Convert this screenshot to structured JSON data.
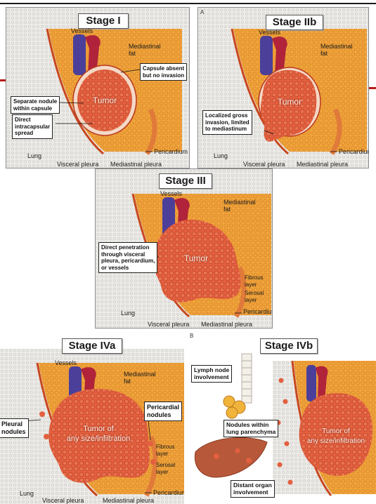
{
  "letters": {
    "a": "A",
    "b": "B"
  },
  "panels": {
    "stage1": {
      "title": "Stage I",
      "vessels": "Vessels",
      "mediastinal_fat": "Mediastinal\nfat",
      "tumor": "Tumor",
      "callouts": [
        "Capsule absent\nbut no invasion",
        "Separate nodule\nwithin capsule",
        "Direct\nintracapsular\nspread"
      ],
      "lung": "Lung",
      "pericardium": "Pericardium",
      "visceral_pleura": "Visceral pleura",
      "mediastinal_pleura": "Mediastinal pleura"
    },
    "stage2b": {
      "title": "Stage IIb",
      "vessels": "Vessels",
      "mediastinal_fat": "Mediastinal\nfat",
      "tumor": "Tumor",
      "callouts": [
        "Localized gross\ninvasion, limited\nto mediastinum"
      ],
      "lung": "Lung",
      "pericardium": "Pericardium",
      "visceral_pleura": "Visceral pleura",
      "mediastinal_pleura": "Mediastinal pleura"
    },
    "stage3": {
      "title": "Stage III",
      "vessels": "Vessels",
      "mediastinal_fat": "Mediastinal\nfat",
      "tumor": "Tumor",
      "callouts": [
        "Direct penetration\nthrough visceral\npleura, pericardium,\nor vessels"
      ],
      "fibrous_layer": "Fibrous\nlayer",
      "serosal_layer": "Serosal\nlayer",
      "lung": "Lung",
      "pericardium": "Pericardium",
      "visceral_pleura": "Visceral pleura",
      "mediastinal_pleura": "Mediastinal pleura"
    },
    "stage4a": {
      "title": "Stage IVa",
      "vessels": "Vessels",
      "mediastinal_fat": "Mediastinal\nfat",
      "tumor": "Tumor of\nany size/infiltration",
      "pleural_nodules": "Pleural\nnodules",
      "pericardial_nodules": "Pericardial\nnodules",
      "fibrous_layer": "Fibrous\nlayer",
      "serosal_layer": "Serosal\nlayer",
      "lung": "Lung",
      "pericardium": "Pericardium",
      "visceral_pleura": "Visceral pleura",
      "mediastinal_pleura": "Mediastinal pleura"
    },
    "stage4b": {
      "title": "Stage IVb",
      "lymph_node": "Lymph node\ninvolvement",
      "nodules_lung": "Nodules within\nlung parenchyma",
      "distant_organ": "Distant organ\ninvolvement",
      "tumor": "Tumor of\nany size/infiltration"
    }
  },
  "colors": {
    "fat": "#f0a53a",
    "fat_dark": "#d9822b",
    "tumor": "#e2603f",
    "tumor_dark": "#b8381f",
    "vessel_blue": "#4b3f9a",
    "vessel_red": "#b0233a",
    "lung": "#e9e7e4",
    "pleura": "#c8461e",
    "liver": "#b8583a",
    "accent_bar": "#b71c1c"
  }
}
